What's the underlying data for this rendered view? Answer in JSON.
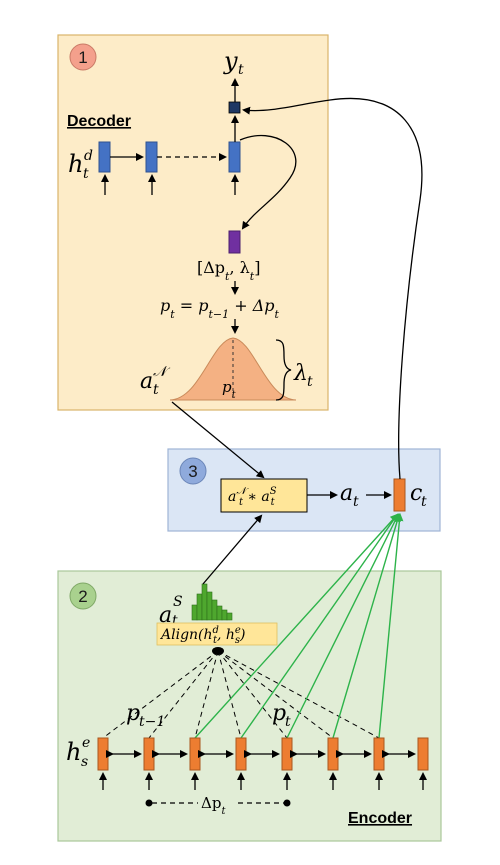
{
  "panels": {
    "decoder": {
      "number": "1",
      "title": "Decoder"
    },
    "merge": {
      "number": "3"
    },
    "encoder": {
      "number": "2",
      "title": "Encoder"
    }
  },
  "math": {
    "y_t": "y",
    "y_sub": "t",
    "h_dec": "h",
    "h_dec_sub": "t",
    "h_dec_sup": "d",
    "delta_pair": "[Δp",
    "delta_pair_mid": ", λ",
    "delta_pair_end": "]",
    "update_rule": "p",
    "update_rule_rest": " = p",
    "update_rule_sub2": "t−1",
    "update_rule_tail": " + Δp",
    "a_normal": "a",
    "a_normal_sup": "𝒩",
    "p_t_gauss": "p",
    "lambda_t": "λ",
    "product": "a",
    "product_mid": " ∗ a",
    "a_t": "a",
    "c_t": "c",
    "a_s": "a",
    "a_s_sup": "S",
    "align": "Align(h",
    "align_mid": ", h",
    "align_end": ")",
    "h_enc": "h",
    "h_enc_sub": "s",
    "h_enc_sup": "e",
    "p_prev": "p",
    "p_prev_sub": "t−1",
    "p_cur": "p",
    "delta_p": "Δp",
    "sub_t": "t",
    "sup_d": "d",
    "sub_s": "s",
    "sup_e": "e"
  },
  "colors": {
    "decoder_bg": "#fdecc8",
    "decoder_border": "#d9b46a",
    "merge_bg": "#dbe6f5",
    "merge_border": "#9fb4d6",
    "encoder_bg": "#e1edd6",
    "encoder_border": "#a9c79a",
    "blue_box": "#4472c4",
    "orange_box": "#ed7d31",
    "purple_box": "#7030a0",
    "dark_box": "#1f3864",
    "green_line": "#2db34a",
    "gauss_fill": "#f4b183",
    "yellow_box": "#ffe699",
    "circle1": "#f4a08c",
    "circle2": "#a9d18e",
    "circle3": "#8faadc"
  }
}
